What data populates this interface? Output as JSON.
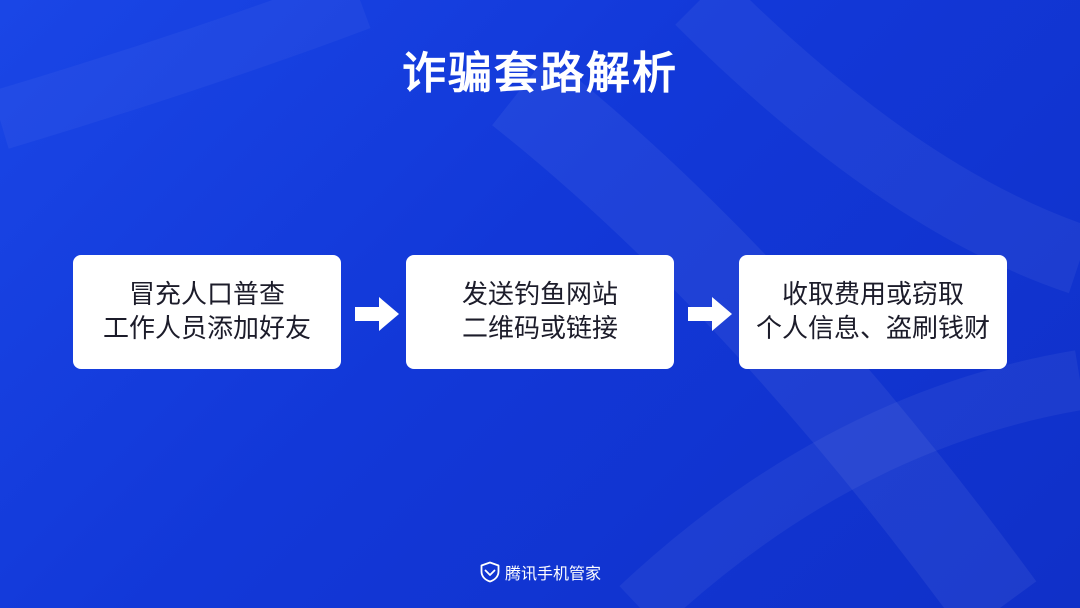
{
  "title": "诈骗套路解析",
  "steps": [
    {
      "line1": "冒充人口普查",
      "line2": "工作人员添加好友"
    },
    {
      "line1": "发送钓鱼网站",
      "line2": "二维码或链接"
    },
    {
      "line1": "收取费用或窃取",
      "line2": "个人信息、盗刷钱财"
    }
  ],
  "arrows": [
    "arrow-right-icon",
    "arrow-right-icon"
  ],
  "footer": {
    "logo_icon": "shield-icon",
    "brand": "腾讯手机管家"
  },
  "colors": {
    "background": "#1a46e6",
    "card": "#ffffff",
    "text_dark": "#1c1c2a",
    "text_light": "#ffffff"
  }
}
